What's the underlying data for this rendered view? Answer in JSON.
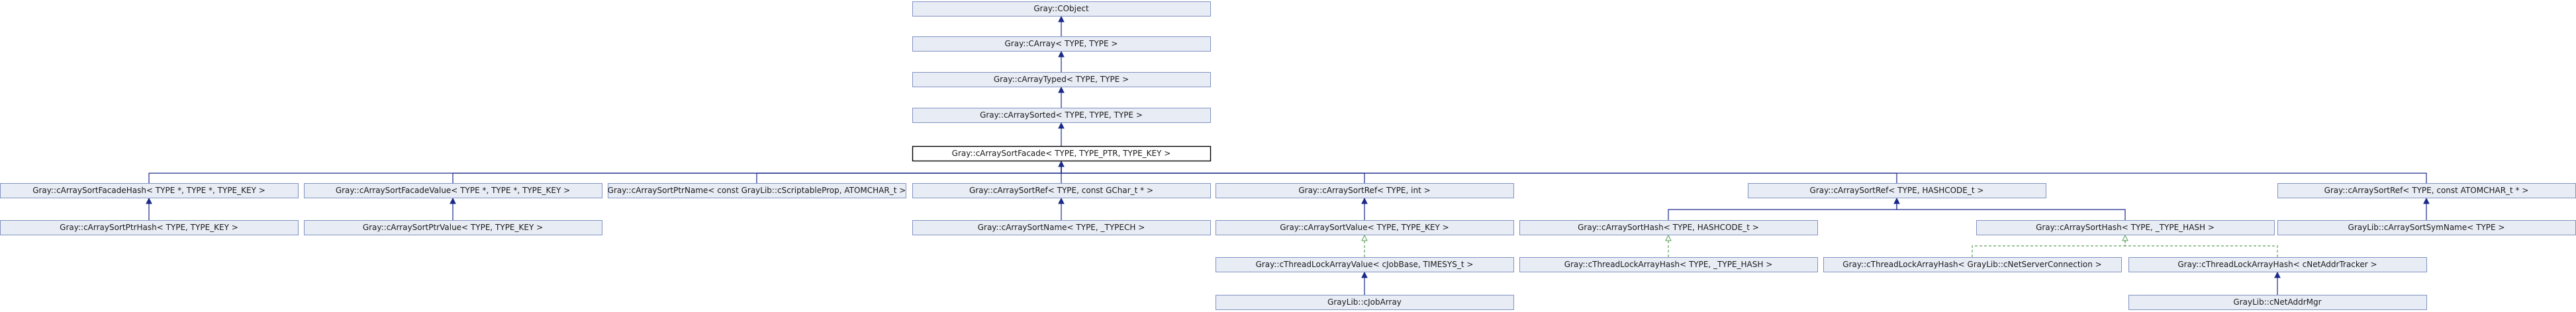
{
  "diagram": {
    "title": "",
    "nodes": [
      {
        "id": "n0",
        "label": "Gray::CObject"
      },
      {
        "id": "n1",
        "label": "Gray::CArray< TYPE, TYPE >"
      },
      {
        "id": "n2",
        "label": "Gray::cArrayTyped< TYPE, TYPE >"
      },
      {
        "id": "n3",
        "label": "Gray::cArraySorted< TYPE, TYPE, TYPE >"
      },
      {
        "id": "n4",
        "label": "Gray::cArraySortFacade< TYPE, TYPE_PTR, TYPE_KEY >",
        "current": true
      },
      {
        "id": "n5",
        "label": "Gray::cArraySortFacadeHash< TYPE *, TYPE *, TYPE_KEY >"
      },
      {
        "id": "n6",
        "label": "Gray::cArraySortFacadeValue< TYPE *, TYPE *, TYPE_KEY >"
      },
      {
        "id": "n7",
        "label": "Gray::cArraySortPtrName< const GrayLib::cScriptableProp, ATOMCHAR_t >"
      },
      {
        "id": "n8",
        "label": "Gray::cArraySortRef< TYPE, const GChar_t * >"
      },
      {
        "id": "n9",
        "label": "Gray::cArraySortRef< TYPE, int >"
      },
      {
        "id": "n10",
        "label": "Gray::cArraySortRef< TYPE, HASHCODE_t >"
      },
      {
        "id": "n11",
        "label": "Gray::cArraySortRef< TYPE, const ATOMCHAR_t * >"
      },
      {
        "id": "n12",
        "label": "Gray::cArraySortPtrHash< TYPE, TYPE_KEY >"
      },
      {
        "id": "n13",
        "label": "Gray::cArraySortPtrValue< TYPE, TYPE_KEY >"
      },
      {
        "id": "n14",
        "label": "Gray::cArraySortName< TYPE, _TYPECH >"
      },
      {
        "id": "n15",
        "label": "Gray::cArraySortValue< TYPE, TYPE_KEY >"
      },
      {
        "id": "n16",
        "label": "Gray::cArraySortHash< TYPE, HASHCODE_t >"
      },
      {
        "id": "n17",
        "label": "Gray::cArraySortHash< TYPE, _TYPE_HASH >"
      },
      {
        "id": "n18",
        "label": "GrayLib::cArraySortSymName< TYPE >"
      },
      {
        "id": "n19",
        "label": "Gray::cThreadLockArrayValue< cJobBase, TIMESYS_t >"
      },
      {
        "id": "n20",
        "label": "Gray::cThreadLockArrayHash< TYPE, _TYPE_HASH >"
      },
      {
        "id": "n21",
        "label": "Gray::cThreadLockArrayHash< GrayLib::cNetServerConnection >"
      },
      {
        "id": "n22",
        "label": "Gray::cThreadLockArrayHash< cNetAddrTracker >"
      },
      {
        "id": "n23",
        "label": "GrayLib::cJobArray"
      },
      {
        "id": "n24",
        "label": "GrayLib::cNetAddrMgr"
      }
    ],
    "edges": [
      {
        "from": "n1",
        "to": "n0",
        "kind": "inherit"
      },
      {
        "from": "n2",
        "to": "n1",
        "kind": "inherit"
      },
      {
        "from": "n3",
        "to": "n2",
        "kind": "inherit"
      },
      {
        "from": "n4",
        "to": "n3",
        "kind": "inherit"
      },
      {
        "from": "n5",
        "to": "n4",
        "kind": "inherit"
      },
      {
        "from": "n6",
        "to": "n4",
        "kind": "inherit"
      },
      {
        "from": "n7",
        "to": "n4",
        "kind": "inherit"
      },
      {
        "from": "n8",
        "to": "n4",
        "kind": "inherit"
      },
      {
        "from": "n9",
        "to": "n4",
        "kind": "inherit"
      },
      {
        "from": "n10",
        "to": "n4",
        "kind": "inherit"
      },
      {
        "from": "n11",
        "to": "n4",
        "kind": "inherit"
      },
      {
        "from": "n12",
        "to": "n5",
        "kind": "inherit"
      },
      {
        "from": "n13",
        "to": "n6",
        "kind": "inherit"
      },
      {
        "from": "n14",
        "to": "n8",
        "kind": "inherit"
      },
      {
        "from": "n15",
        "to": "n9",
        "kind": "inherit"
      },
      {
        "from": "n16",
        "to": "n10",
        "kind": "inherit"
      },
      {
        "from": "n17",
        "to": "n10",
        "kind": "inherit"
      },
      {
        "from": "n18",
        "to": "n11",
        "kind": "inherit"
      },
      {
        "from": "n19",
        "to": "n15",
        "kind": "template"
      },
      {
        "from": "n20",
        "to": "n16",
        "kind": "template"
      },
      {
        "from": "n21",
        "to": "n17",
        "kind": "template"
      },
      {
        "from": "n22",
        "to": "n17",
        "kind": "template"
      },
      {
        "from": "n23",
        "to": "n19",
        "kind": "inherit"
      },
      {
        "from": "n24",
        "to": "n22",
        "kind": "inherit"
      }
    ],
    "colors": {
      "node_fill": "#e8ecf5",
      "node_border": "#8193c0",
      "current_border": "#000000",
      "inherit_edge": "#1a2a8a",
      "template_edge": "#5aa05a"
    }
  }
}
